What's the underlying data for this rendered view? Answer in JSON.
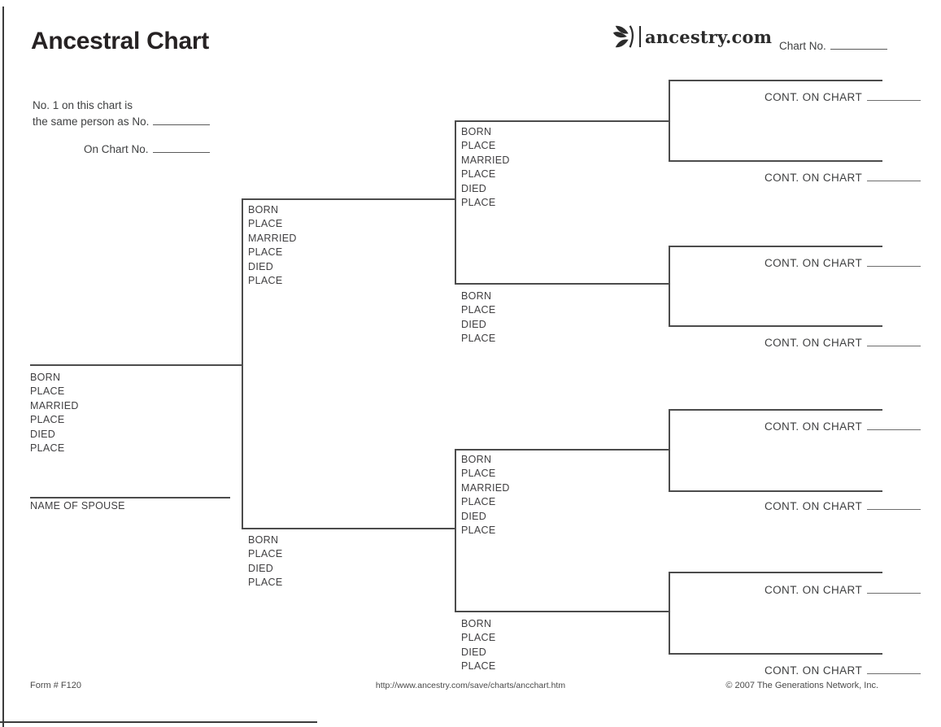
{
  "header": {
    "title": "Ancestral Chart",
    "logo_text": "ancestry.com",
    "chart_no_label": "Chart No."
  },
  "reference": {
    "line1": "No. 1 on this chart is",
    "line2": "the same person as No.",
    "line3": "On Chart No."
  },
  "labels": {
    "full": [
      "BORN",
      "PLACE",
      "MARRIED",
      "PLACE",
      "DIED",
      "PLACE"
    ],
    "short": [
      "BORN",
      "PLACE",
      "DIED",
      "PLACE"
    ],
    "spouse": "NAME OF SPOUSE",
    "cont": "CONT. ON CHART"
  },
  "footer": {
    "form_number": "Form # F120",
    "url": "http://www.ancestry.com/save/charts/ancchart.htm",
    "copyright": "© 2007 The Generations Network, Inc."
  },
  "colors": {
    "line": "#4c4c4c",
    "text": "#414042",
    "title": "#262223"
  }
}
